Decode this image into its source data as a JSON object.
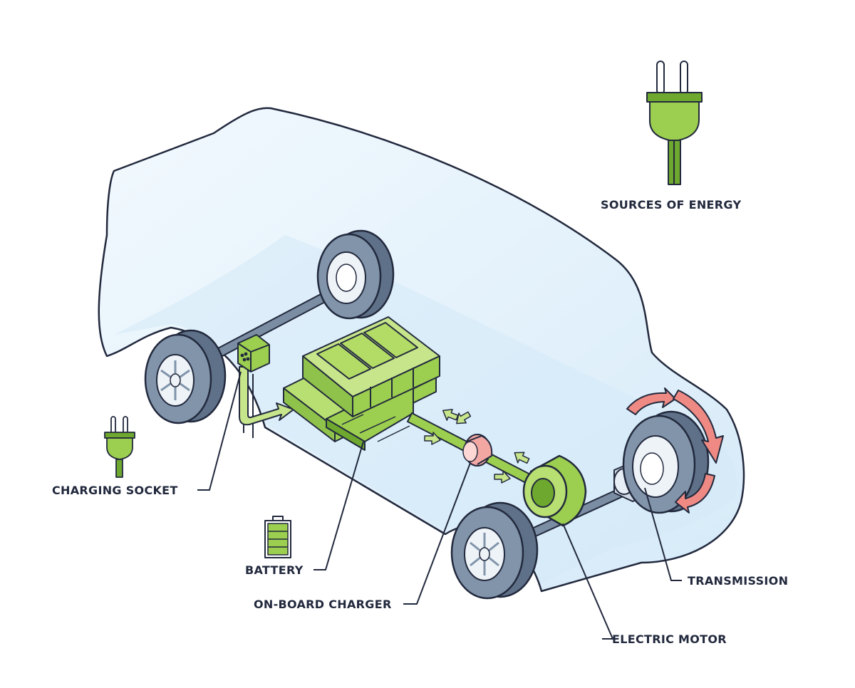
{
  "labels": {
    "sources_of_energy": "SOURCES OF ENERGY",
    "charging_socket": "CHARGING SOCKET",
    "battery": "BATTERY",
    "on_board_charger": "ON-BOARD CHARGER",
    "transmission": "TRANSMISSION",
    "electric_motor": "ELECTRIC MOTOR"
  },
  "colors": {
    "outline": "#22293d",
    "body_fill": "#e3f1fb",
    "body_shadow": "#cfe6f6",
    "green": "#9ccf4f",
    "green_dark": "#6ea82f",
    "green_light": "#c7e58b",
    "tire": "#8194aa",
    "tire_dark": "#5f7188",
    "rim": "#eef3f8",
    "transmission": "#cfdae6",
    "rotation_arrow": "#ee8a83",
    "charger_ring": "#f3a7a3"
  },
  "icons": [
    "plug-icon",
    "battery-icon",
    "charging-socket-icon",
    "rotation-arrow-icon",
    "flow-arrow-icon"
  ]
}
